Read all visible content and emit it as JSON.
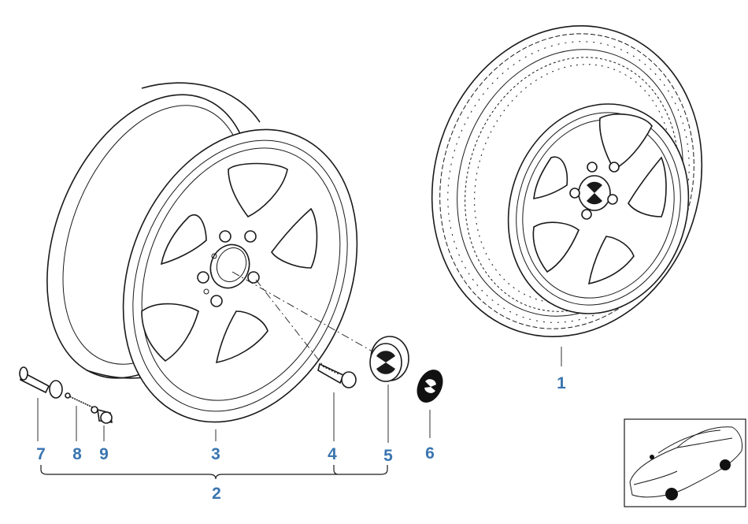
{
  "labels": {
    "p1": "1",
    "p2": "2",
    "p3": "3",
    "p4": "4",
    "p5": "5",
    "p6": "6",
    "p7": "7",
    "p8": "8",
    "p9": "9"
  },
  "colors": {
    "label": "#3a75b0",
    "ink": "#1a1a1a"
  },
  "icons": {
    "thumbnail": "car-thumbnail-icon"
  }
}
